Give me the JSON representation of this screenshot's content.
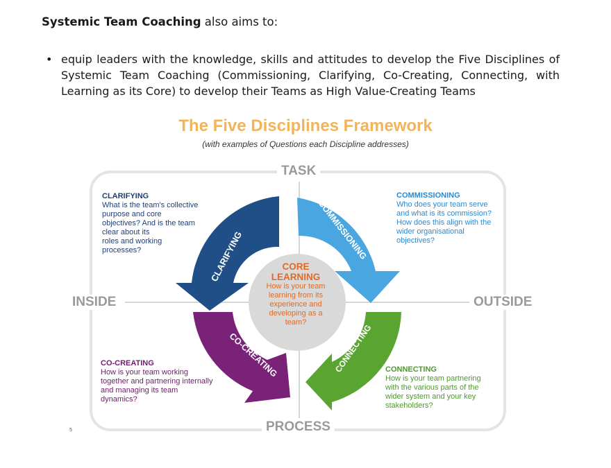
{
  "intro": {
    "bold": "Systemic Team Coaching",
    "rest": " also aims to:"
  },
  "bullet": {
    "text": "equip leaders with the knowledge, skills and attitudes to develop the Five Disciplines of Systemic Team Coaching (Commissioning, Clarifying, Co-Creating, Connecting, with Learning as its Core) to develop their Teams as High Value-Creating Teams"
  },
  "framework": {
    "title": "The Five Disciplines Framework",
    "subtitle": "(with examples of Questions each Discipline addresses)",
    "axes": {
      "top": "TASK",
      "bottom": "PROCESS",
      "left": "INSIDE",
      "right": "OUTSIDE"
    },
    "arrows": {
      "clarifying": "CLARIFYING",
      "commissioning": "COMMISSIONING",
      "cocreating": "CO-CREATING",
      "connecting": "CONNECTING"
    },
    "boxes": {
      "clarifying": {
        "heading": "CLARIFYING",
        "lines": [
          "What is the team's collective",
          "purpose and core",
          "objectives? And is the team",
          "clear about its",
          "roles and working",
          "processes?"
        ]
      },
      "commissioning": {
        "heading": "COMMISSIONING",
        "lines": [
          "Who does your team serve",
          "and what is its commission?",
          "How does this align with the",
          "wider organisational",
          "objectives?"
        ]
      },
      "cocreating": {
        "heading": "CO-CREATING",
        "lines": [
          "How is your team working",
          "together and partnering internally",
          "and managing its team",
          "dynamics?"
        ]
      },
      "connecting": {
        "heading": "CONNECTING",
        "lines": [
          "How is your team partnering",
          "with the various parts of the",
          "wider system and your key",
          "stakeholders?"
        ]
      }
    },
    "core": {
      "heading_1": "CORE",
      "heading_2": "LEARNING",
      "lines": [
        "How is your team",
        "learning from its",
        "experience and",
        "developing as a",
        "team?"
      ]
    },
    "colors": {
      "clarifying": "#1f4f86",
      "commissioning": "#4aa6e0",
      "cocreating": "#7a2277",
      "connecting": "#5aa532",
      "core_text": "#e06a25",
      "title": "#f2b45a"
    }
  },
  "footnote": "5"
}
